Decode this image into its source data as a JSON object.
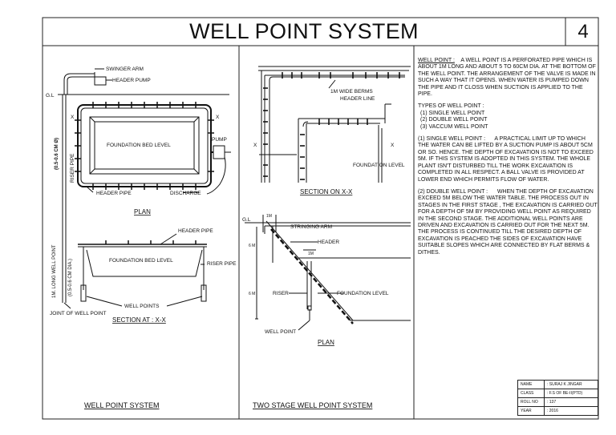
{
  "sheet": {
    "title": "WELL POINT SYSTEM",
    "number": "4"
  },
  "left_panel": {
    "caption": "WELL POINT SYSTEM",
    "plan": {
      "labels": {
        "swinger_arm": "SWINGER ARM",
        "header_pump": "HEADER PUMP",
        "gl": "G.L",
        "x_left": "X",
        "x_right": "X",
        "foundation": "FOUNDATION BED LEVEL",
        "pump": "PUMP",
        "riser_pipe": "RISER PIPE",
        "dia": "(0.5-0.6 CM Ø)",
        "header_pipe": "HEADER PIPE",
        "discharge": "DISCHARGE",
        "title": "PLAN"
      }
    },
    "section": {
      "labels": {
        "header_pipe": "HEADER PIPE",
        "foundation": "FOUNDATION BED LEVEL",
        "riser_pipe": "RISER PIPE",
        "well_point_long": "1M. LONG WELL POINT",
        "dia": "(0.5-0.6 CM DIA.)",
        "joint": "JOINT OF WELL POINT",
        "well_points": "WELL POINTS",
        "title": "SECTION AT : X-X"
      }
    }
  },
  "middle_panel": {
    "caption": "TWO STAGE WELL POINT SYSTEM",
    "section": {
      "labels": {
        "berms": "1M WIDE BERMS",
        "header_line": "HEADER LINE",
        "x_left": "X",
        "x_right": "X",
        "foundation": "FOUNDATION LEVEL",
        "title": "SECTION ON X-X"
      }
    },
    "plan": {
      "labels": {
        "gl": "G.L",
        "top_dim": "1M",
        "stringing_arm": "STRINGING ARM",
        "dim_6m_1": "6 M",
        "header": "HEADER",
        "mid_dim": "1M",
        "riser": "RISER",
        "foundation": "FOUNDATION LEVEL",
        "dim_6m_2": "6 M",
        "well_point": "WELL POINT",
        "title": "PLAN"
      }
    }
  },
  "notes": {
    "intro_heading": "WELL POINT :",
    "intro_text": "A WELL POINT IS A PERFORATED PIPE WHICH IS ABOUT 1M LONG AND ABOUT 5 TO 60CM DIA. AT THE BOTTOM OF THE WELL POINT. THE ARRANGEMENT OF THE VALVE IS MADE IN SUCH A WAY THAT IT OPENS. WHEN WATER IS PUMPED DOWN THE PIPE AND IT CLOSS WHEN SUCTION IS APPLIED TO THE PIPE.",
    "types_heading": "TYPES OF WELL POINT :",
    "types": [
      "(1)   SINGLE WELL POINT",
      "(2)   DOUBLE WELL POINT",
      "(3)   VACCUM WELL POINT"
    ],
    "single_heading": "(1) SINGLE WELL POINT :",
    "single_text": "A PRACTICAL LIMIT UP TO WHICH THE WATER CAN BE LIFTED BY A SUCTION PUMP IS ABOUT 5CM OR SO. HENCE. THE DEPTH OF EXCAVATION IS NOT TO EXCEED 5M. IF THIS SYSTEM IS ADOPTED IN THIS SYSTEM. THE WHOLE PLANT ISN'T DISTURBED TILL THE WORK EXCAVATION IS COMPLETED IN ALL RESPECT. A BALL VALVE IS PROVIDED AT LOWER END WHICH PERMITS FLOW OF WATER.",
    "double_heading": "(2) DOUBLE WELL POINT :",
    "double_text": "WHEN THE DEPTH OF EXCAVATION EXCEED 5M BELOW THE WATER TABLE. THE PROCESS OUT IN STAGES IN THE FIRST STAGE , THE EXCAVATION IS CARRIED OUT FOR A DEPTH OF 5M BY PROVIDING WELL POINT AS REQUIRED IN THE SECOND STAGE. THE ADDITIONAL WELL POINTS ARE DRIVEN AND EXCAVATION IS CARRIED OUT FOR THE NEXT 5M. THE PROCESS IS CONTINUED TILL THE DESIRED DEPTH  OF EXCAVATION IS PEACHED THE SIDES OF EXCAVATION HAVE SUITABLE SLOPES WHICH ARE CONNECTED BY FLAT BERMS & DITHES."
  },
  "title_block": [
    {
      "key": "NAME",
      "value": ": SURAJ K JINGAR"
    },
    {
      "key": "CLASS",
      "value": ": F.S OF BE-II(PTD)"
    },
    {
      "key": "ROLL NO",
      "value": ": 137"
    },
    {
      "key": "YEAR",
      "value": ": 2016"
    }
  ]
}
